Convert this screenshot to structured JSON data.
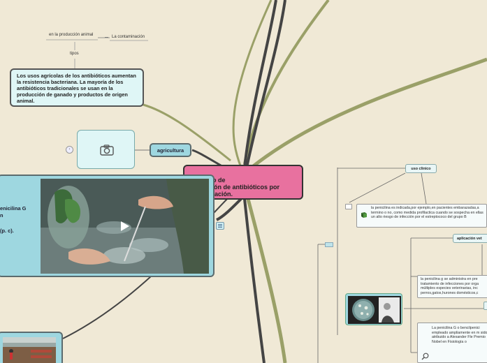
{
  "root": {
    "title": "Proceso de\nobtención de antibióticos por\nfermentación."
  },
  "left_top": {
    "tag_production": "en la producción animal",
    "tag_contamination": "La contaminación",
    "tag_types": "tipos",
    "card_text": "Los usos agrícolas de los antibióticos aumentan la resistencia bacteriana. La mayoría de los antibióticos tradicionales se usan en la producción de ganado y productos de origen animal."
  },
  "agri": {
    "label": "agricultura",
    "collapse_indicator": "‹"
  },
  "video_card": {
    "left_text_1": "enicilina G",
    "left_text_2": "n",
    "left_text_3": "(p. c)."
  },
  "right": {
    "uso_clinico": "uso clinico",
    "card_clinico": "la penicilina es indicada,por ejemplo,en pacientes embarazadas,a termino o no, como medida profilactica cuando se sospecha en ellas un alto riesgo de infección por el estreptococo del grupo B",
    "aplicacion": "aplicación vet",
    "card_vet": "la penicilina g se administra en pre tratamiento de infecciones por orga múltiples especies veterinarias, inc perros,gatos,hurones domésticos,c",
    "card_bottom": "La penicilina G o bencilpenici empleado ampliamente en m sido atribuido a Alexander Fle Premio Nobel en Fisiología o"
  },
  "colors": {
    "background": "#f0e9d6",
    "root": "#e8719f",
    "pill": "#9ed7e0",
    "card": "#dff6f6",
    "branch_dark": "#444444",
    "branch_green": "#9aa068"
  },
  "icons": [
    "camera-icon",
    "play-icon",
    "notes-icon",
    "magnifier-icon"
  ]
}
